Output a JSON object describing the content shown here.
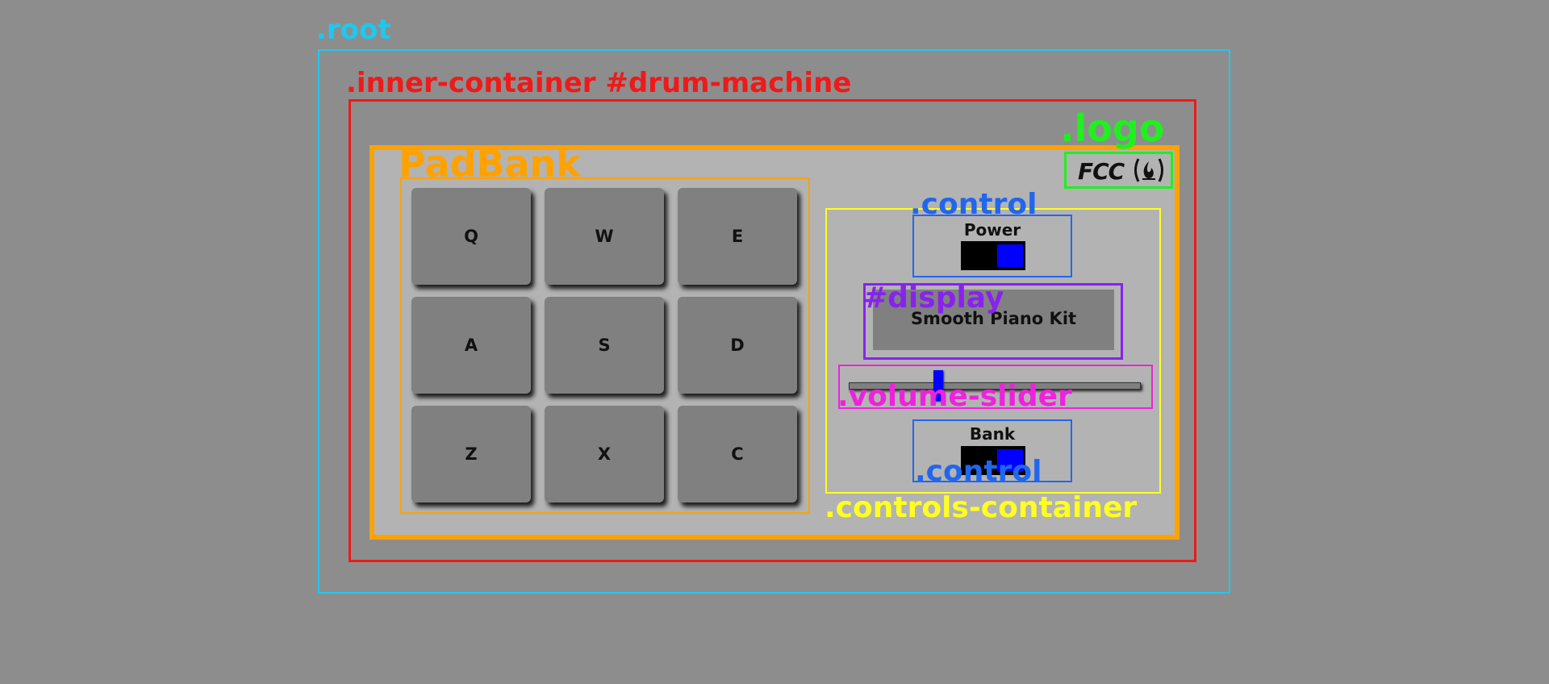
{
  "overlay_labels": {
    "root": ".root",
    "inner_container": ".inner-container #drum-machine",
    "logo": ".logo",
    "pad_bank": "PadBank",
    "control_power": ".control",
    "display": "#display",
    "volume_slider": ".volume-slider",
    "control_bank": ".control",
    "controls_container": ".controls-container"
  },
  "logo": {
    "text": "FCC",
    "icon": "fire-icon"
  },
  "pads": [
    "Q",
    "W",
    "E",
    "A",
    "S",
    "D",
    "Z",
    "X",
    "C"
  ],
  "controls": {
    "power": {
      "label": "Power",
      "on": true
    },
    "display_text": "Smooth Piano Kit",
    "volume": {
      "value_fraction": 0.3
    },
    "bank": {
      "label": "Bank",
      "on": true
    }
  },
  "colors": {
    "background": "#8d8d8d",
    "panel": "#b3b3b3",
    "pad": "#808080",
    "accent": "#0000ff",
    "root_outline": "#1ec8f0",
    "inner_outline": "#ee1a1a",
    "frame_outline": "#ffa200",
    "logo_outline": "#22ee22",
    "controls_outline": "#ffff22",
    "control_outline": "#2266ee",
    "display_outline": "#8822ee",
    "volume_outline": "#ee22dd"
  }
}
